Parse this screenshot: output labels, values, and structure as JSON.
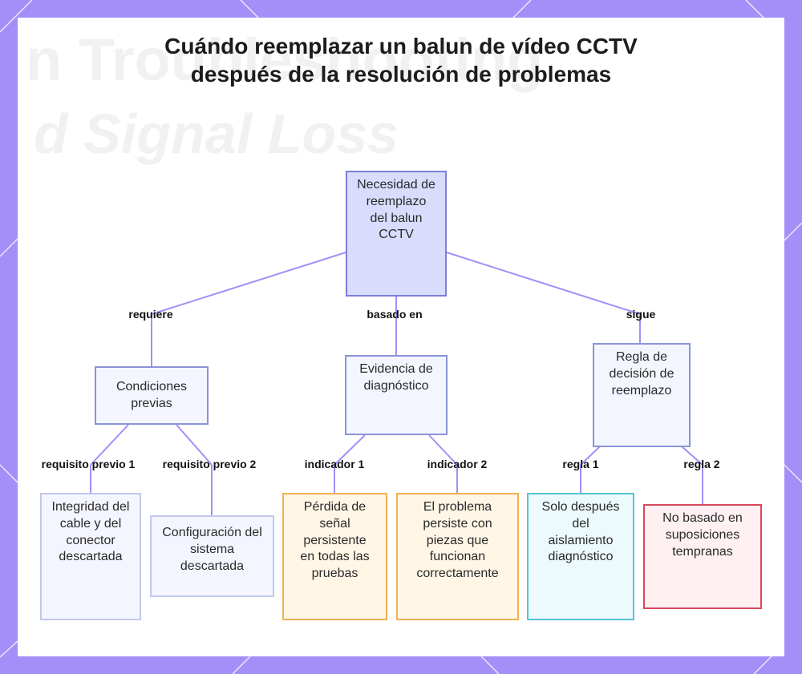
{
  "title": "Cuándo reemplazar un balun de vídeo CCTV después de la resolución de problemas",
  "nodes": {
    "root": "Necesidad de reemplazo del balun CCTV",
    "prereq": "Condiciones previas",
    "evidence": "Evidencia de diagnóstico",
    "rule": "Regla de decisión de reemplazo",
    "cable": "Integridad del cable y del conector descartada",
    "config": "Configuración del sistema descartada",
    "signal_loss": "Pérdida de señal persistente en todas las pruebas",
    "problem_persists": "El problema persiste con piezas que funcionan correctamente",
    "only_after": "Solo después del aislamiento diagnóstico",
    "not_based": "No basado en suposiciones tempranas"
  },
  "edges": {
    "requires": "requiere",
    "based_on": "basado en",
    "follows": "sigue",
    "prereq1": "requisito previo 1",
    "prereq2": "requisito previo 2",
    "indicator1": "indicador 1",
    "indicator2": "indicador 2",
    "rule1": "regla 1",
    "rule2": "regla 2"
  },
  "colors": {
    "frame": "#a48ef7",
    "edge": "#a48ef7",
    "root_fill": "#d9dcfc",
    "root_border": "#7b7fd6",
    "blue_fill": "#f4f6ff",
    "blue_border": "#8b93d8",
    "orange_fill": "#fff6e6",
    "orange_border": "#f2b04f",
    "cyan_fill": "#edfafd",
    "cyan_border": "#55c4d6",
    "red_fill": "#fff0f2",
    "red_border": "#d9485c"
  }
}
